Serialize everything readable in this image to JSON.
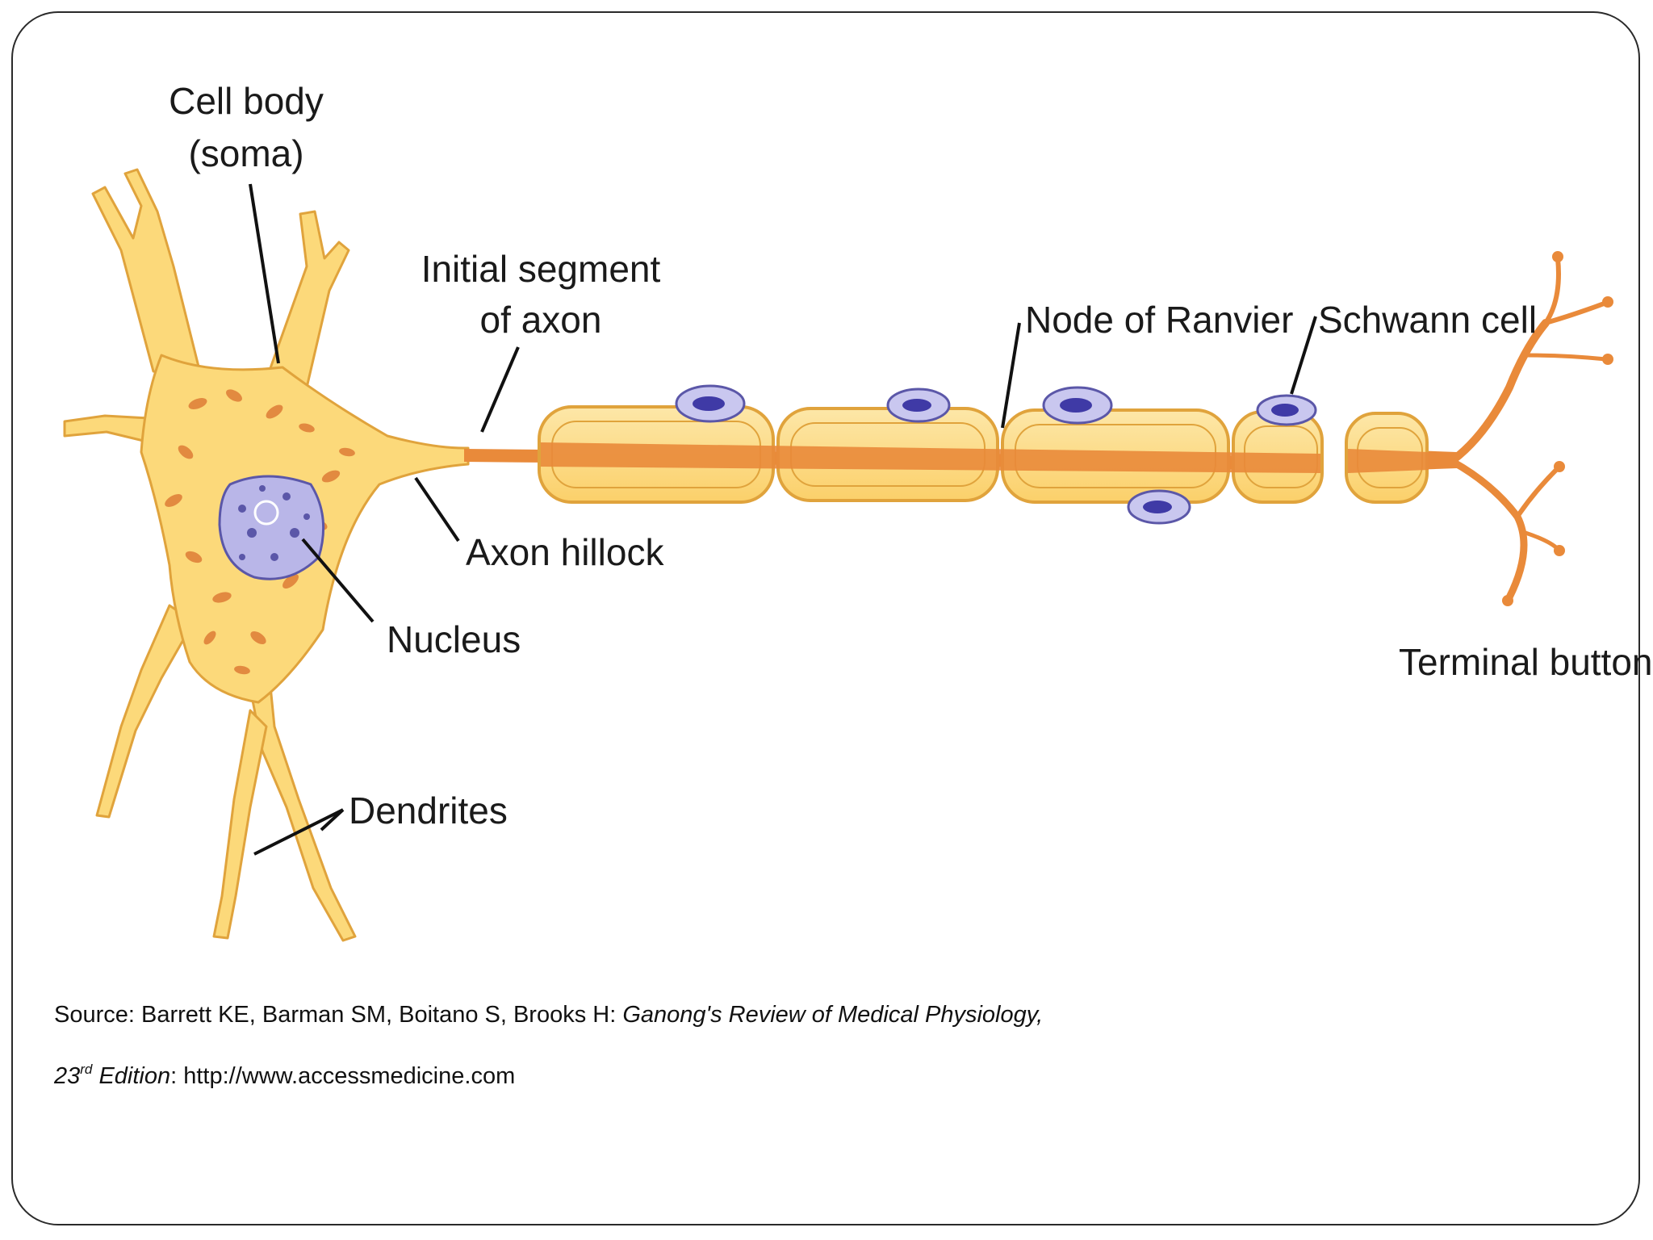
{
  "labels": {
    "cell_body_line1": "Cell body",
    "cell_body_line2": "(soma)",
    "initial_segment_line1": "Initial segment",
    "initial_segment_line2": "of axon",
    "node_of_ranvier": "Node of Ranvier",
    "schwann_cell": "Schwann cell",
    "axon_hillock": "Axon hillock",
    "nucleus": "Nucleus",
    "terminal_buttons": "Terminal buttons",
    "dendrites": "Dendrites"
  },
  "source": {
    "prefix": "Source: Barrett KE, Barman SM, Boitano S, Brooks H: ",
    "book_title": "Ganong's Review of Medical Physiology,",
    "edition_number": "23",
    "edition_superscript": "rd",
    "edition_word": " Edition",
    "url_text": ": http://www.accessmedicine.com"
  },
  "colors": {
    "cell_fill": "#fcd97a",
    "cell_stroke": "#e0a33c",
    "axon_core": "#e98a3a",
    "organelle": "#e28a40",
    "nucleus_fill": "#b9b6e8",
    "nucleus_stroke": "#5b57a8",
    "schwann_fill": "#c9c7ef",
    "schwann_nucleus": "#3f3aa6",
    "label_text": "#1a1a1a",
    "leader_line": "#111111"
  }
}
